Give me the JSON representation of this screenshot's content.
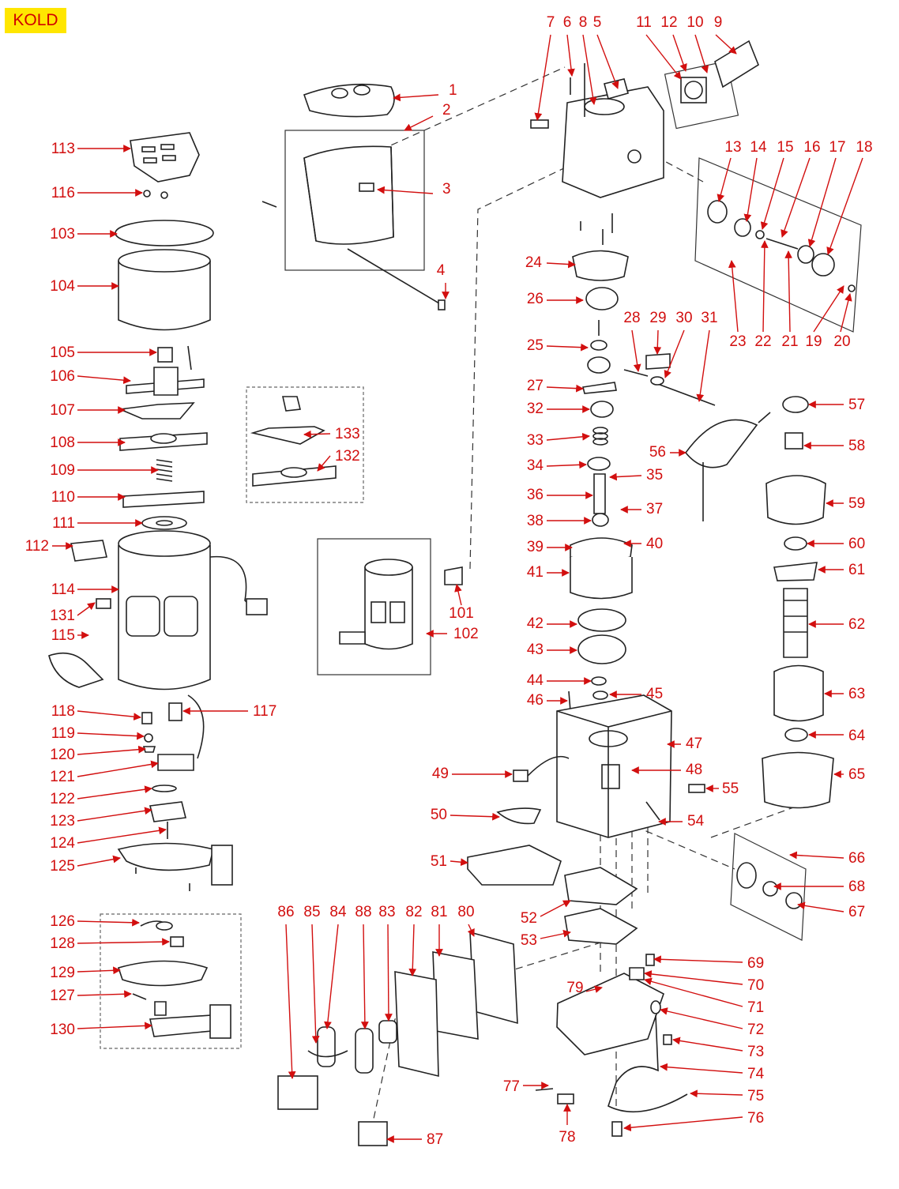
{
  "brand_badge": "KOLD",
  "callouts": [
    "1",
    "2",
    "3",
    "4",
    "5",
    "6",
    "7",
    "8",
    "9",
    "10",
    "11",
    "12",
    "13",
    "14",
    "15",
    "16",
    "17",
    "18",
    "19",
    "20",
    "21",
    "22",
    "23",
    "24",
    "25",
    "26",
    "27",
    "28",
    "29",
    "30",
    "31",
    "32",
    "33",
    "34",
    "35",
    "36",
    "37",
    "38",
    "39",
    "40",
    "41",
    "42",
    "43",
    "44",
    "45",
    "46",
    "47",
    "48",
    "49",
    "50",
    "51",
    "52",
    "53",
    "54",
    "55",
    "56",
    "57",
    "58",
    "59",
    "60",
    "61",
    "62",
    "63",
    "64",
    "65",
    "66",
    "67",
    "68",
    "69",
    "70",
    "71",
    "72",
    "73",
    "74",
    "75",
    "76",
    "77",
    "78",
    "79",
    "80",
    "81",
    "82",
    "83",
    "84",
    "85",
    "86",
    "87",
    "88",
    "101",
    "102",
    "103",
    "104",
    "105",
    "106",
    "107",
    "108",
    "109",
    "110",
    "111",
    "112",
    "113",
    "114",
    "115",
    "116",
    "117",
    "118",
    "119",
    "120",
    "121",
    "122",
    "123",
    "124",
    "125",
    "126",
    "127",
    "128",
    "129",
    "130",
    "131",
    "132",
    "133"
  ],
  "colors": {
    "callout": "#d20f0f",
    "badge_bg": "#ffe600",
    "badge_text": "#d00000",
    "linework": "#222222"
  }
}
